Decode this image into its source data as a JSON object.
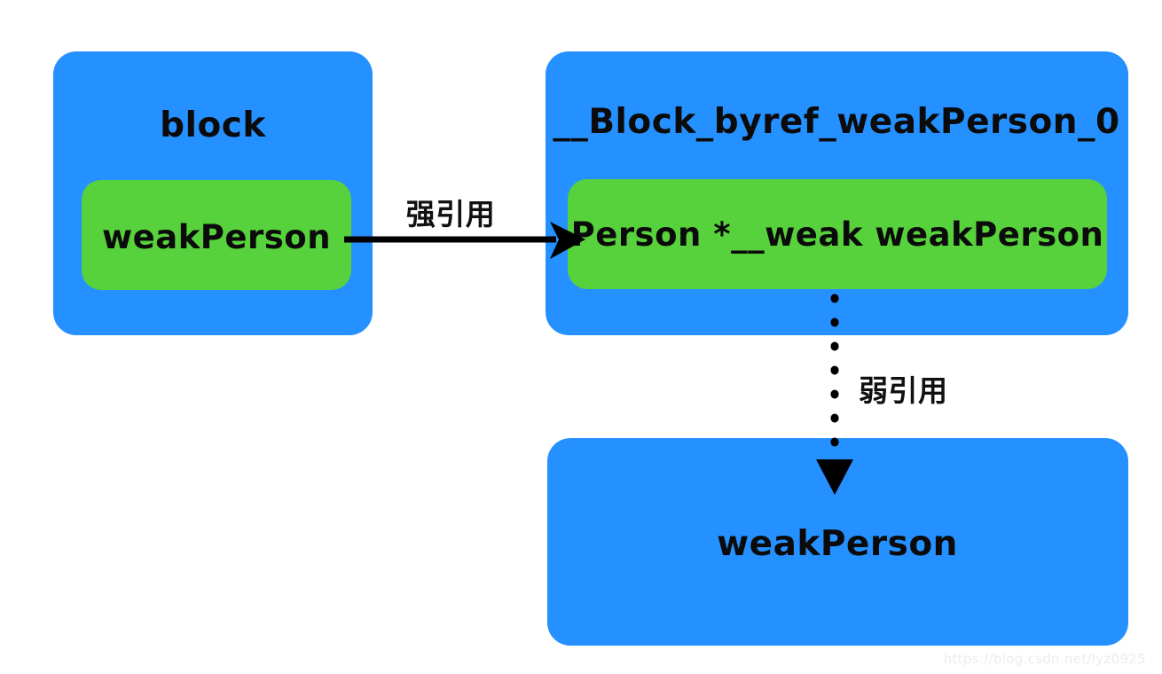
{
  "diagram": {
    "title": "block byref weakPerson object graph",
    "background_color": "#ffffff",
    "colors": {
      "blue": "#2590FF",
      "green": "#57D13C",
      "text": "#0b0b0b",
      "arrow": "#000000",
      "watermark": "#ececec"
    }
  },
  "nodes": {
    "block_box": {
      "label": "block",
      "shape": "rounded-rectangle",
      "color": "#2590FF"
    },
    "block_inner": {
      "label": "weakPerson",
      "shape": "rounded-rectangle",
      "color": "#57D13C"
    },
    "byref_box": {
      "label": "__Block_byref_weakPerson_0",
      "shape": "rounded-rectangle",
      "color": "#2590FF"
    },
    "byref_inner": {
      "label": "Person *__weak weakPerson",
      "shape": "rounded-rectangle",
      "color": "#57D13C"
    },
    "object_box": {
      "label": "weakPerson",
      "shape": "rounded-rectangle",
      "color": "#2590FF"
    }
  },
  "edges": {
    "strong_ref": {
      "label": "强引用",
      "style": "solid",
      "direction": "left-to-right",
      "arrowhead": "filled-triangle"
    },
    "weak_ref": {
      "label": "弱引用",
      "style": "dotted",
      "direction": "top-to-bottom",
      "arrowhead": "filled-triangle"
    }
  },
  "watermark": {
    "text": "https://blog.csdn.net/lyz0925"
  }
}
